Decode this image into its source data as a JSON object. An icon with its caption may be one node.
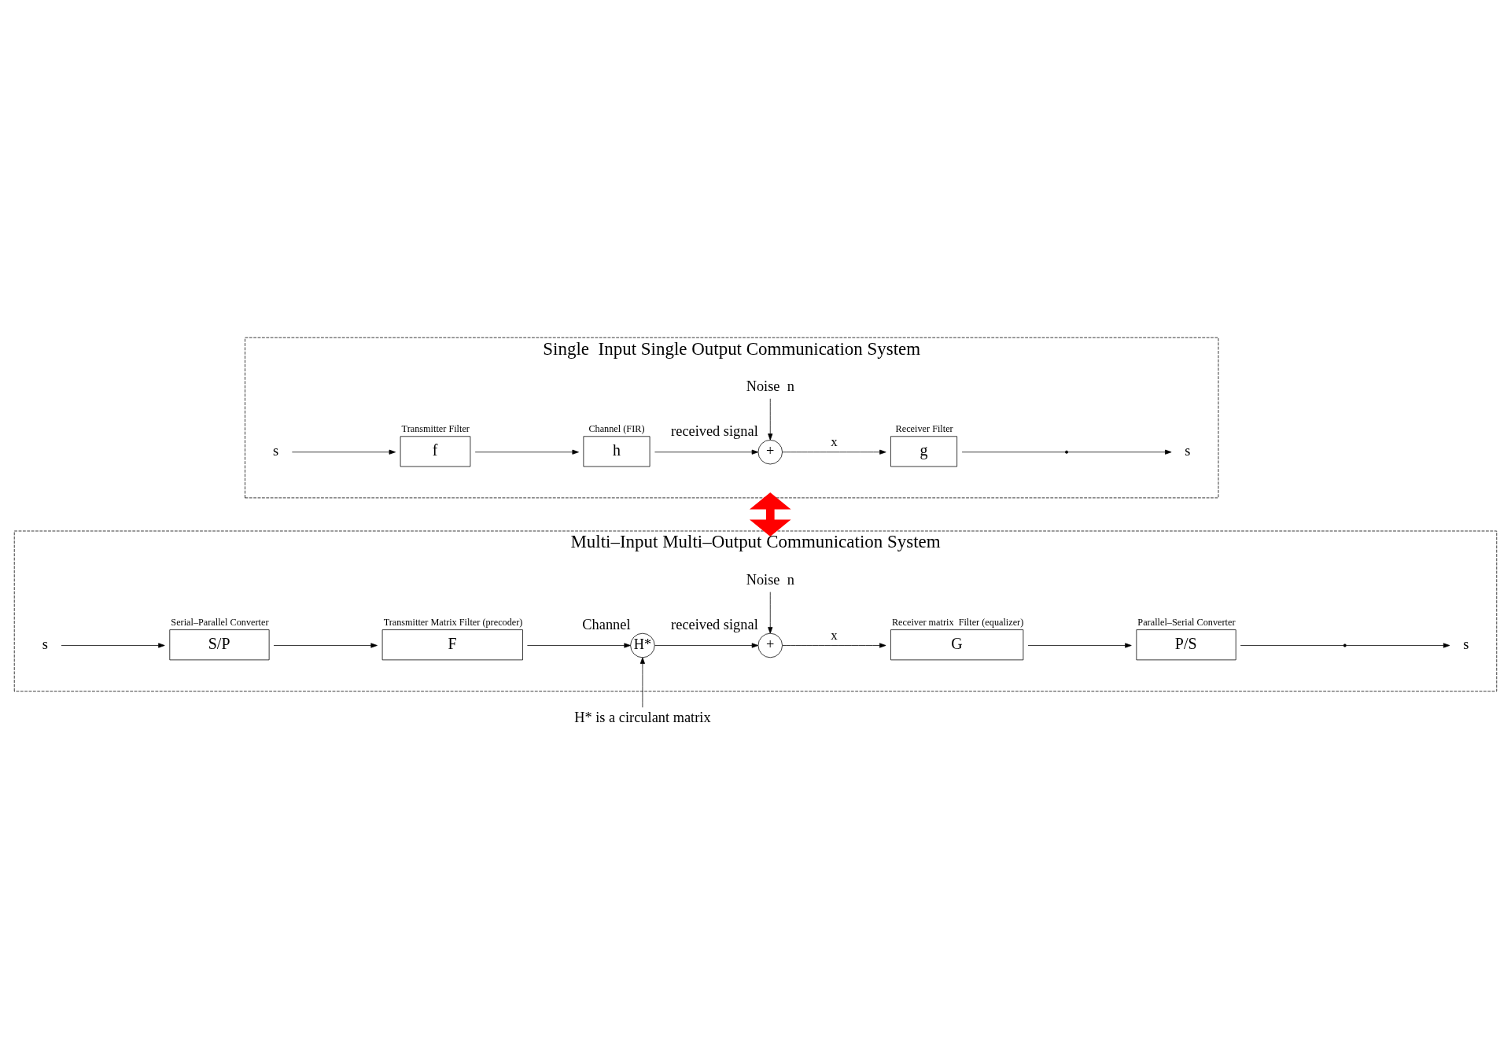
{
  "diagram": {
    "nodes": [
      {
        "text": [
          "Single  Input Single Output Communication System"
        ]
      },
      {
        "text": [
          "s"
        ],
        "in": 0
      },
      {
        "text": [
          "f"
        ],
        "in": 0,
        "beside": [
          "Transmitter Filter"
        ]
      },
      {
        "text": [
          "h"
        ],
        "in": 0,
        "beside": [
          "Channel (FIR)"
        ]
      },
      {
        "text": [
          "+"
        ],
        "in": 0,
        "beside": [
          "received signal"
        ]
      },
      {
        "text": [
          "Noise  n"
        ],
        "in": 0
      },
      {
        "text": [
          "g"
        ],
        "in": 0,
        "beside": [
          "Receiver Filter"
        ]
      },
      {
        "text": [],
        "shape": "switch",
        "in": 0
      },
      {
        "text": [
          "s"
        ],
        "in": 0
      },
      {
        "text": [
          "Multi–Input Multi–Output Communication System"
        ]
      },
      {
        "text": [
          "s"
        ],
        "in": 9
      },
      {
        "text": [
          "S/P"
        ],
        "in": 9,
        "beside": [
          "Serial–Parallel Converter"
        ]
      },
      {
        "text": [
          "F"
        ],
        "in": 9,
        "beside": [
          "Transmitter Matrix Filter (precoder)"
        ]
      },
      {
        "text": [
          "H*"
        ],
        "in": 9,
        "beside": [
          "Channel"
        ]
      },
      {
        "text": [
          "+"
        ],
        "in": 9,
        "beside": [
          "received signal"
        ]
      },
      {
        "text": [
          "Noise  n"
        ],
        "in": 9
      },
      {
        "text": [
          "G"
        ],
        "in": 9,
        "beside": [
          "Receiver matrix  Filter (equalizer)"
        ]
      },
      {
        "text": [
          "P/S"
        ],
        "in": 9,
        "beside": [
          "Parallel–Serial Converter"
        ]
      },
      {
        "text": [],
        "shape": "switch",
        "in": 9
      },
      {
        "text": [
          "s"
        ],
        "in": 9
      },
      {
        "text": [
          "H* is a circulant matrix"
        ]
      }
    ],
    "edges": [
      {
        "from": 1,
        "to": 2,
        "arrow": "to"
      },
      {
        "from": 2,
        "to": 3,
        "arrow": "to"
      },
      {
        "from": 3,
        "to": 4,
        "arrow": "to"
      },
      {
        "from": 5,
        "to": 4,
        "arrow": "to"
      },
      {
        "from": 4,
        "to": 6,
        "arrow": "to",
        "label": "x"
      },
      {
        "from": 6,
        "to": 7,
        "arrow": "none"
      },
      {
        "from": 7,
        "to": 8,
        "arrow": "to"
      },
      {
        "from": 0,
        "to": 9,
        "arrow": "both",
        "style": "thick",
        "color": "#ff0000"
      },
      {
        "from": 10,
        "to": 11,
        "arrow": "to"
      },
      {
        "from": 11,
        "to": 12,
        "arrow": "to"
      },
      {
        "from": 12,
        "to": 13,
        "arrow": "to"
      },
      {
        "from": 13,
        "to": 14,
        "arrow": "to"
      },
      {
        "from": 15,
        "to": 14,
        "arrow": "to"
      },
      {
        "from": 14,
        "to": 16,
        "arrow": "to",
        "label": "x"
      },
      {
        "from": 16,
        "to": 17,
        "arrow": "to"
      },
      {
        "from": 17,
        "to": 18,
        "arrow": "none"
      },
      {
        "from": 18,
        "to": 19,
        "arrow": "to"
      },
      {
        "from": 20,
        "to": 13,
        "arrow": "to"
      }
    ]
  }
}
